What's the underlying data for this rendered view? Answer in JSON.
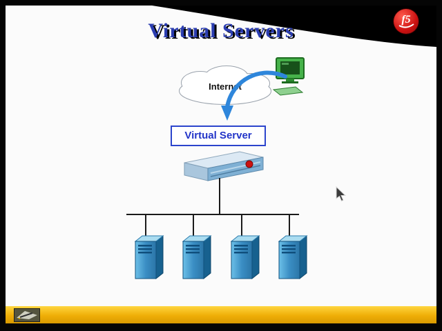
{
  "slide": {
    "title": "Virtual Servers"
  },
  "header": {
    "logo_text": "f5"
  },
  "diagram": {
    "internet_label": "Internet",
    "virtual_server_label": "Virtual Server",
    "server_count": 4
  },
  "colors": {
    "title_text": "#2b3db0",
    "virtual_server_accent": "#2b44cc",
    "arrow": "#2e86db",
    "bottom_bar": "#efae07",
    "logo_red": "#cc1111",
    "server_blue": "#3b8ec4"
  }
}
